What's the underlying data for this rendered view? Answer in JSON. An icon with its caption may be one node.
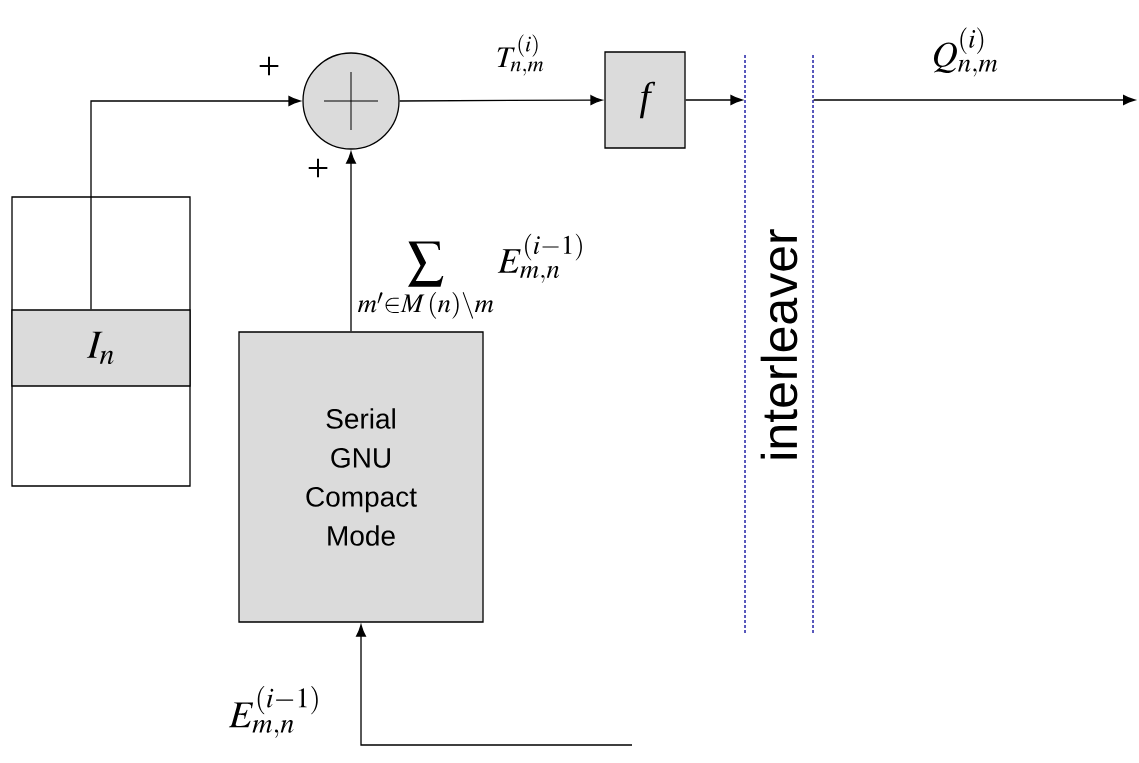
{
  "diagram": {
    "nodes": [
      {
        "text": [],
        "shape": "box"
      },
      {
        "text": [
          "I_n"
        ],
        "in": 0
      },
      {
        "text": [],
        "shape": "circle"
      },
      {
        "text": [
          "f"
        ]
      },
      {
        "text": [
          "interleaver"
        ]
      },
      {
        "text": [
          "Serial GNU Compact Mode"
        ]
      }
    ],
    "edges": [
      {
        "from": 1,
        "to": 2,
        "arrow": "to"
      },
      {
        "from": 5,
        "to": 2,
        "arrow": "to",
        "label": "\\sum_{m'\\in M\\,(n)\\backslash m} E_{m,n}^{(i-1)}"
      },
      {
        "from": 2,
        "to": 3,
        "arrow": "to",
        "label": "T_{n,m}^{(i)}"
      },
      {
        "from": 3,
        "to": 4,
        "arrow": "to"
      },
      {
        "from": 4,
        "to": null,
        "arrow": "to",
        "label": "Q_{n,m}^{(i)}"
      },
      {
        "from": null,
        "to": 5,
        "arrow": "to",
        "label": "E_{m,n}^{(i-1)}"
      }
    ],
    "labels": [
      "+",
      "+"
    ]
  }
}
